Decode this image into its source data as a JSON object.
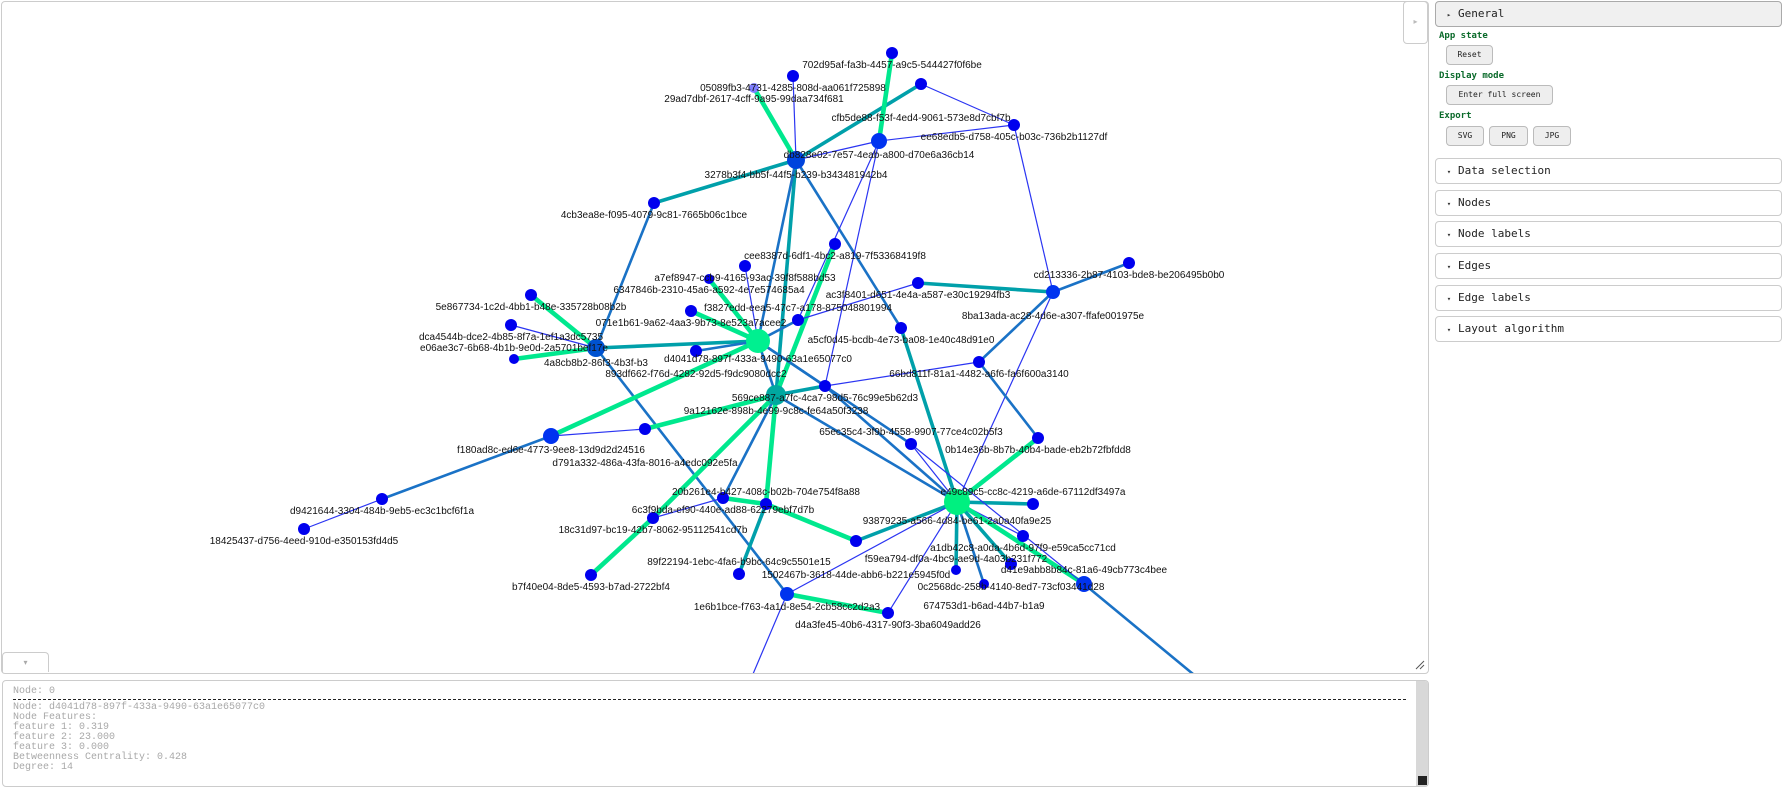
{
  "graph": {
    "nodes": [
      {
        "label": "702d95af-fa3b-4457-a9c5-544427f0f6be"
      },
      {
        "label": "05089fb3-4731-4285-808d-aa061f725898"
      },
      {
        "label": "29ad7dbf-2617-4cff-9a95-99daa734f681"
      },
      {
        "label": "cfb5de88-f53f-4ed4-9061-573e8d7cbf7b"
      },
      {
        "label": "ee68edb5-d758-405c-b03c-736b2b1127df"
      },
      {
        "label": "db828e02-7e57-4eab-a800-d70e6a36cb14"
      },
      {
        "label": "3278b3f4-bb5f-44f5-b239-b343481942b4"
      },
      {
        "label": "4cb3ea8e-f095-4079-9c81-7665b06c1bce"
      },
      {
        "label": "cee8387d-6df1-4bc2-a819-7f53368419f8"
      },
      {
        "label": "a7ef8947-ccb9-4165-93ac-39f8f588bd53"
      },
      {
        "label": "6347846b-2310-45a6-a592-4e7e574685a4"
      },
      {
        "label": "5e867734-1c2d-4bb1-b48e-335728b08b2b"
      },
      {
        "label": "071e1b61-9a62-4aa3-9b73-8e523a7acee2"
      },
      {
        "label": "dca4544b-dce2-4b85-8f7a-1ef1a3dc5735"
      },
      {
        "label": "4a8cb8b2-86f3-4b3f-b3"
      },
      {
        "label": "e06ae3c7-6b68-4b1b-9e0d-2a5701bef17e"
      },
      {
        "label": "893df662-f76d-4282-92d5-f9dc9080dcc2"
      },
      {
        "label": "f3827edd-eea5-47c7-a178-875048801994"
      },
      {
        "label": "d4041d78-897f-433a-9490-63a1e65077c0"
      },
      {
        "label": "ac3f8401-d651-4e4a-a587-e30c19294fb3"
      },
      {
        "label": "a5cf0d45-bcdb-4e73-ba08-1e40c48d91e0"
      },
      {
        "label": "cd213336-2b87-4103-bde8-be206495b0b0"
      },
      {
        "label": "8ba13ada-ac28-4d6e-a307-ffafe001975e"
      },
      {
        "label": "66bd811f-81a1-4482-a6f6-fa6f600a3140"
      },
      {
        "label": "569ce887-a7fc-4ca7-98d5-76c99e5b62d3"
      },
      {
        "label": "9a12162e-898b-4e99-9c8c-fe64a50f3238"
      },
      {
        "label": "0b14e36b-8b7b-40b4-bade-eb2b72fbfdd8"
      },
      {
        "label": "65ec35c4-3f9b-4558-9907-77ce4c02b5f3"
      },
      {
        "label": "f180ad8c-ed6e-4773-9ee8-13d9d2d24516"
      },
      {
        "label": "d791a332-486a-43fa-8016-a4edc092e5fa"
      },
      {
        "label": "d9421644-3304-484b-9eb5-ec3c1bcf6f1a"
      },
      {
        "label": "18425437-d756-4eed-910d-e350153fd4d5"
      },
      {
        "label": "6c3f9bda-ef90-440e-ad88-62279ebf7d7b"
      },
      {
        "label": "20b261e4-b427-408c-b02b-704e754f8a88"
      },
      {
        "label": "18c31d97-bc19-42b7-8062-95112541cd7b"
      },
      {
        "label": "b7f40e04-8de5-4593-b7ad-2722bf4"
      },
      {
        "label": "89f22194-1ebc-4fa6-b9bc-64c9c5501e15"
      },
      {
        "label": "1e6b1bce-f763-4a1d-8e54-2cb58cc2d2a3"
      },
      {
        "label": "d4a3fe45-40b6-4317-90f3-3ba6049add26"
      },
      {
        "label": "93879235-a566-4d84-be61-2a0a40fa9e25"
      },
      {
        "label": "e49c89c5-cc8c-4219-a6de-67112df3497a"
      },
      {
        "label": "1502467b-3618-44de-abb6-b221e5945f0d"
      },
      {
        "label": "a1db42c8-a0da-4b6d-97f9-e59ca5cc71cd"
      },
      {
        "label": "0c2568dc-258b-4140-8ed7-73cf03441d28"
      },
      {
        "label": "f59ea794-df0a-4bc9-ae9d-4a03b231f772"
      },
      {
        "label": "674753d1-b6ad-44b7-b1a9"
      },
      {
        "label": "d41e9abb8b84c-81a6-49cb773c4bee"
      }
    ],
    "edges": [
      [
        6,
        1,
        "t"
      ],
      [
        6,
        2,
        "g"
      ],
      [
        6,
        3,
        "c"
      ],
      [
        6,
        7,
        "c"
      ],
      [
        7,
        14,
        "m"
      ],
      [
        0,
        5,
        "g"
      ],
      [
        5,
        4,
        "t"
      ],
      [
        3,
        4,
        "t"
      ],
      [
        4,
        22,
        "t"
      ],
      [
        5,
        6,
        "t"
      ],
      [
        6,
        25,
        "c"
      ],
      [
        6,
        20,
        "m"
      ],
      [
        6,
        18,
        "m"
      ],
      [
        5,
        17,
        "t"
      ],
      [
        5,
        24,
        "t"
      ],
      [
        8,
        25,
        "g"
      ],
      [
        9,
        18,
        "t"
      ],
      [
        10,
        18,
        "g"
      ],
      [
        12,
        18,
        "g"
      ],
      [
        14,
        18,
        "c"
      ],
      [
        11,
        14,
        "g"
      ],
      [
        13,
        14,
        "t"
      ],
      [
        15,
        14,
        "g"
      ],
      [
        14,
        37,
        "m"
      ],
      [
        18,
        28,
        "g"
      ],
      [
        28,
        30,
        "m"
      ],
      [
        30,
        31,
        "t"
      ],
      [
        28,
        29,
        "t"
      ],
      [
        29,
        25,
        "g"
      ],
      [
        19,
        22,
        "c"
      ],
      [
        19,
        17,
        "t"
      ],
      [
        22,
        21,
        "m"
      ],
      [
        22,
        23,
        "m"
      ],
      [
        22,
        39,
        "t"
      ],
      [
        23,
        26,
        "m"
      ],
      [
        23,
        24,
        "t"
      ],
      [
        26,
        39,
        "g"
      ],
      [
        20,
        39,
        "c"
      ],
      [
        18,
        24,
        "m"
      ],
      [
        18,
        27,
        "m"
      ],
      [
        25,
        39,
        "m"
      ],
      [
        24,
        39,
        "m"
      ],
      [
        27,
        39,
        "t"
      ],
      [
        25,
        32,
        "m"
      ],
      [
        25,
        33,
        "g"
      ],
      [
        25,
        34,
        "g"
      ],
      [
        34,
        35,
        "g"
      ],
      [
        34,
        32,
        "t"
      ],
      [
        32,
        33,
        "g"
      ],
      [
        33,
        41,
        "g"
      ],
      [
        33,
        36,
        "c"
      ],
      [
        41,
        39,
        "c"
      ],
      [
        37,
        39,
        "t"
      ],
      [
        37,
        38,
        "g"
      ],
      [
        38,
        39,
        "t"
      ],
      [
        39,
        40,
        "c"
      ],
      [
        39,
        42,
        "t"
      ],
      [
        39,
        46,
        "g"
      ],
      [
        39,
        43,
        "c"
      ],
      [
        39,
        44,
        "c"
      ],
      [
        39,
        45,
        "m"
      ],
      [
        27,
        46,
        "t"
      ],
      [
        16,
        18,
        "m"
      ],
      [
        17,
        18,
        "m"
      ],
      [
        24,
        25,
        "c"
      ],
      [
        18,
        25,
        "m"
      ]
    ],
    "edge_colors": {
      "t": "#2b35f2",
      "m": "#1a72c6",
      "c": "#00a0aa",
      "g": "#00e88e"
    },
    "node_color": "#0000ee"
  },
  "controls": {
    "side_toggle_icon": "▸",
    "collapse_icon": "▾"
  },
  "panel": {
    "general": {
      "label": "General",
      "icon": "▸"
    },
    "app_state": {
      "title": "App state",
      "reset": "Reset"
    },
    "display_mode": {
      "title": "Display mode",
      "fullscreen": "Enter full screen"
    },
    "export": {
      "title": "Export",
      "svg": "SVG",
      "png": "PNG",
      "jpg": "JPG"
    },
    "sections": [
      {
        "label": "Data selection",
        "icon": "▾"
      },
      {
        "label": "Nodes",
        "icon": "▾"
      },
      {
        "label": "Node labels",
        "icon": "▾"
      },
      {
        "label": "Edges",
        "icon": "▾"
      },
      {
        "label": "Edge labels",
        "icon": "▾"
      },
      {
        "label": "Layout algorithm",
        "icon": "▾"
      }
    ]
  },
  "console": {
    "header": "Node: 0",
    "lines": [
      "Node: d4041d78-897f-433a-9490-63a1e65077c0",
      "Node Features:",
      "feature 1: 0.319",
      "feature 2: 23.000",
      "feature 3: 0.000",
      "Betweenness Centrality: 0.428",
      "Degree: 14"
    ]
  }
}
